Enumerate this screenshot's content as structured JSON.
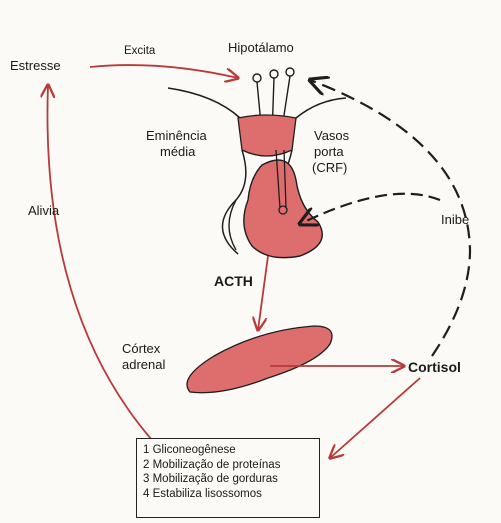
{
  "labels": {
    "stress": "Estresse",
    "excites": "Excita",
    "hypothalamus": "Hipotálamo",
    "median_eminence_1": "Eminência",
    "median_eminence_2": "média",
    "portal_vessels_1": "Vasos",
    "portal_vessels_2": "porta",
    "portal_vessels_3": "(CRF)",
    "relieves": "Alivia",
    "inhibits": "Inibe",
    "acth": "ACTH",
    "adrenal_cortex_1": "Córtex",
    "adrenal_cortex_2": "adrenal",
    "cortisol": "Cortisol"
  },
  "actions": [
    "1 Gliconeogênese",
    "2 Mobilização de proteínas",
    "3 Mobilização de gorduras",
    "4 Estabiliza lisossomos"
  ],
  "colors": {
    "gland_fill": "#de6e6e",
    "gland_light": "#e9a3a0",
    "arrow_red": "#b83a3a",
    "line_dark": "#1e1e1e"
  }
}
